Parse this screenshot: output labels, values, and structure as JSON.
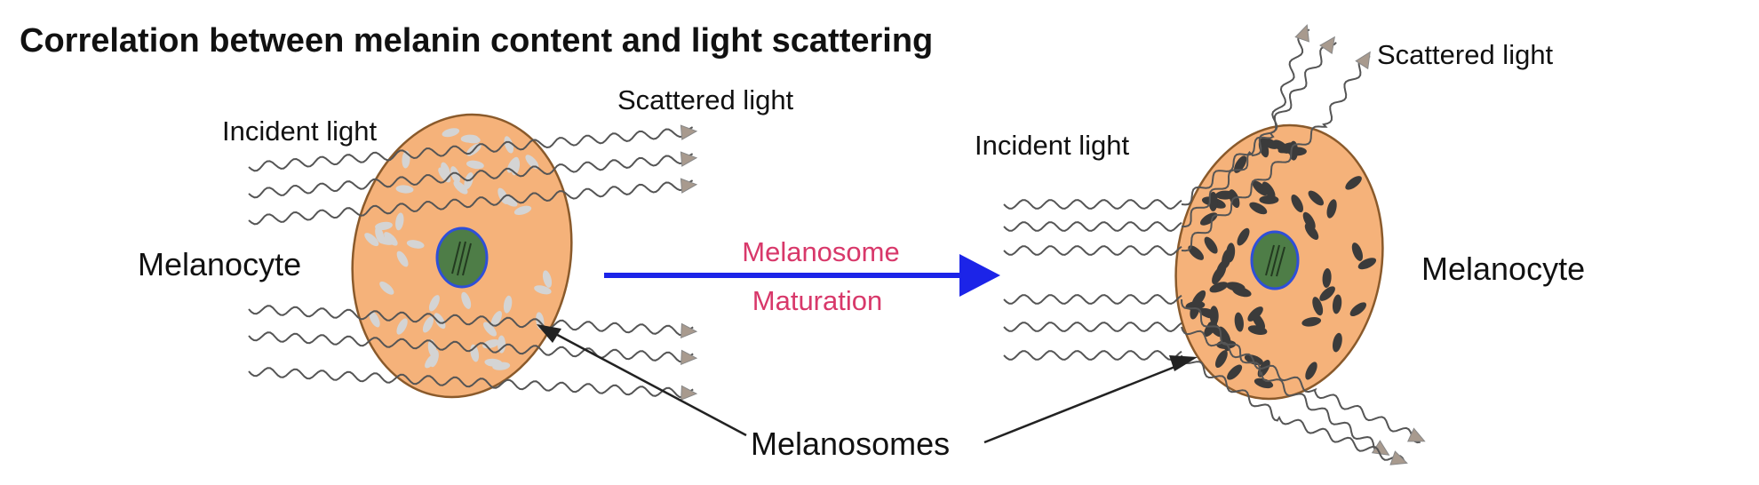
{
  "title": "Correlation between melanin content and light scattering",
  "left_panel": {
    "incident_label": "Incident light",
    "scattered_label": "Scattered light",
    "cell_label": "Melanocyte"
  },
  "right_panel": {
    "incident_label": "Incident light",
    "scattered_label": "Scattered light",
    "cell_label": "Melanocyte"
  },
  "process": {
    "line1": "Melanosome",
    "line2": "Maturation"
  },
  "pointer_label": "Melanosomes",
  "colors": {
    "cytoplasm": "#f5b27a",
    "nucleus_fill": "#4e7d47",
    "nucleus_ring": "#2e4fd8",
    "immature_melanosome": "#d4d4d4",
    "mature_melanosome": "#3b3b3b",
    "process_arrow": "#1c24e8",
    "process_text": "#d8386a",
    "arrowhead": "#a89a8e"
  }
}
